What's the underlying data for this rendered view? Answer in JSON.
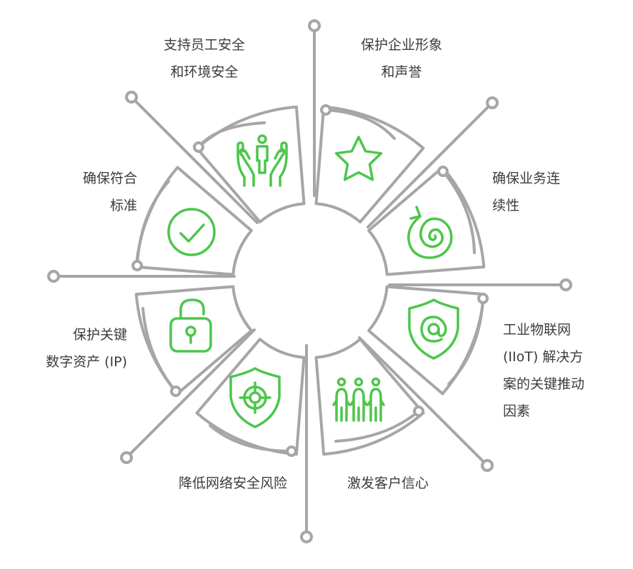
{
  "colors": {
    "frame": "#a6a6a6",
    "accent": "#4cc64c",
    "text": "#3c3c3c",
    "background": "#ffffff"
  },
  "segments": [
    {
      "icon": "hands-person-icon",
      "label": [
        "支持员工安全",
        "和环境安全"
      ]
    },
    {
      "icon": "star-icon",
      "label": [
        "保护企业形象",
        "和声誉"
      ]
    },
    {
      "icon": "spiral-icon",
      "label": [
        "确保业务连",
        "续性"
      ]
    },
    {
      "icon": "shield-at-icon",
      "label": [
        "工业物联网",
        "(IIoT) 解决方",
        "案的关键推动",
        "因素"
      ]
    },
    {
      "icon": "people-group-icon",
      "label": [
        "激发客户信心"
      ]
    },
    {
      "icon": "shield-target-icon",
      "label": [
        "降低网络安全风险"
      ]
    },
    {
      "icon": "unlocked-padlock-icon",
      "label": [
        "保护关键",
        "数字资产 (IP)"
      ]
    },
    {
      "icon": "checkmark-circle-icon",
      "label": [
        "确保符合",
        "标准"
      ]
    }
  ]
}
